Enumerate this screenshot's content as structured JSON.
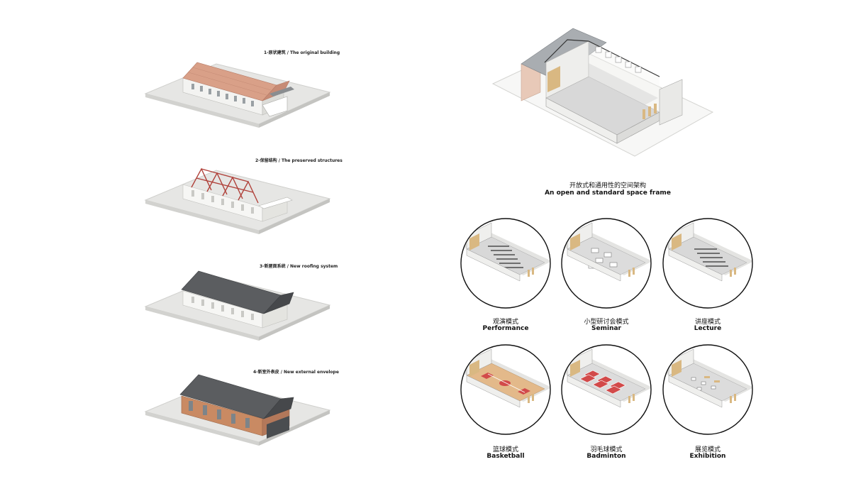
{
  "colors": {
    "ground": "#e6e6e4",
    "ground_edge": "#cfcfcc",
    "wall": "#f3f3f1",
    "wall_shade": "#dcdcd8",
    "roof_original": "#d9a088",
    "roof_new": "#5b5d60",
    "truss": "#b0413a",
    "facade_brick": "#c98a63",
    "glass": "#7d8489",
    "floor_gray": "#d8d8d8",
    "wood": "#d9b882",
    "court_red": "#d24a4a",
    "court_wood": "#e3b98a"
  },
  "stages": [
    {
      "id": "original",
      "label": "1-原状建筑 / The original building"
    },
    {
      "id": "preserved",
      "label": "2-保留结构 / The preserved structures"
    },
    {
      "id": "roofing",
      "label": "3-新屋面系统 / New roofing system"
    },
    {
      "id": "envelope",
      "label": "4-新室外表皮 / New external envelope"
    }
  ],
  "main_caption": {
    "zh": "开放式和通用性的空间架构",
    "en": "An open and standard space frame"
  },
  "modes": [
    {
      "id": "performance",
      "zh": "观演模式",
      "en": "Performance",
      "floor": "seats"
    },
    {
      "id": "seminar",
      "zh": "小型研讨会模式",
      "en": "Seminar",
      "floor": "tables"
    },
    {
      "id": "lecture",
      "zh": "讲座模式",
      "en": "Lecture",
      "floor": "seats"
    },
    {
      "id": "basketball",
      "zh": "篮球模式",
      "en": "Basketball",
      "floor": "basketball"
    },
    {
      "id": "badminton",
      "zh": "羽毛球模式",
      "en": "Badminton",
      "floor": "badminton"
    },
    {
      "id": "exhibition",
      "zh": "展览模式",
      "en": "Exhibition",
      "floor": "exhibition"
    }
  ]
}
